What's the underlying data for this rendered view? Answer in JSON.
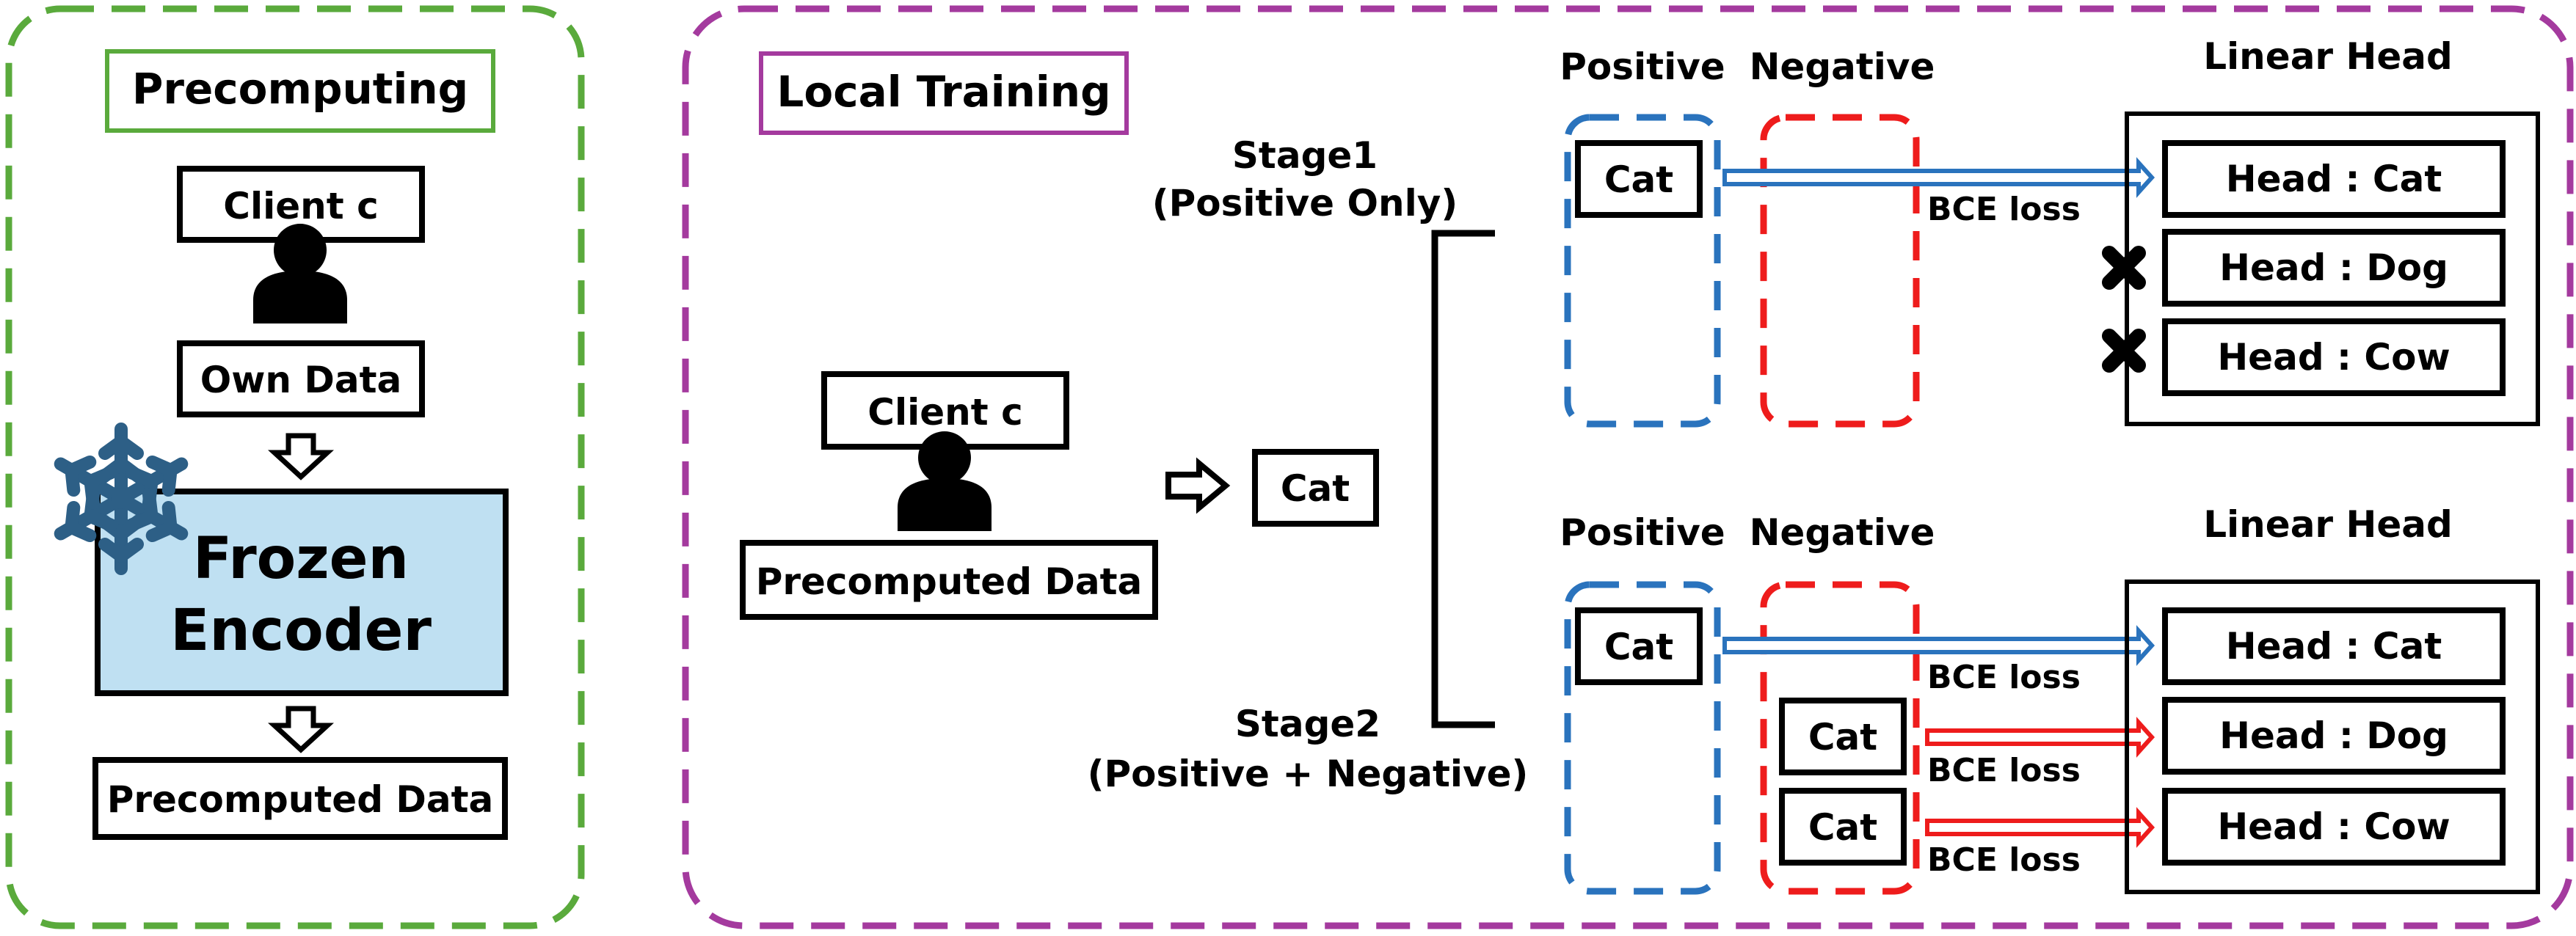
{
  "colors": {
    "precomputing_border": "#5aaa3c",
    "local_training_border": "#a43a9e",
    "positive_border": "#2a73bd",
    "negative_border": "#ee1c1c",
    "positive_arrow": "#2a73bd",
    "negative_arrow": "#ee1c1c",
    "encoder_fill": "#bfe0f2",
    "snowflake": "#2d5f86"
  },
  "precomputing": {
    "title": "Precomputing",
    "client_label": "Client c",
    "own_data_label": "Own Data",
    "encoder_line1": "Frozen",
    "encoder_line2": "Encoder",
    "output_label": "Precomputed Data",
    "icons": [
      "person-icon",
      "snowflake-icon",
      "hollow-arrow-down-icon"
    ]
  },
  "local_training": {
    "title": "Local Training",
    "client_label": "Client c",
    "data_label": "Precomputed Data",
    "sample_label": "Cat",
    "stage1": {
      "line1": "Stage1",
      "line2": "(Positive Only)",
      "positive_header": "Positive",
      "negative_header": "Negative",
      "head_header": "Linear Head",
      "positive_item": "Cat",
      "loss_label": "BCE loss",
      "heads": [
        "Head : Cat",
        "Head : Dog",
        "Head : Cow"
      ]
    },
    "stage2": {
      "line1": "Stage2",
      "line2": "(Positive + Negative)",
      "positive_header": "Positive",
      "negative_header": "Negative",
      "head_header": "Linear Head",
      "positive_item": "Cat",
      "negative_items": [
        "Cat",
        "Cat"
      ],
      "loss_labels": [
        "BCE loss",
        "BCE loss",
        "BCE loss"
      ],
      "heads": [
        "Head : Cat",
        "Head : Dog",
        "Head : Cow"
      ]
    }
  }
}
